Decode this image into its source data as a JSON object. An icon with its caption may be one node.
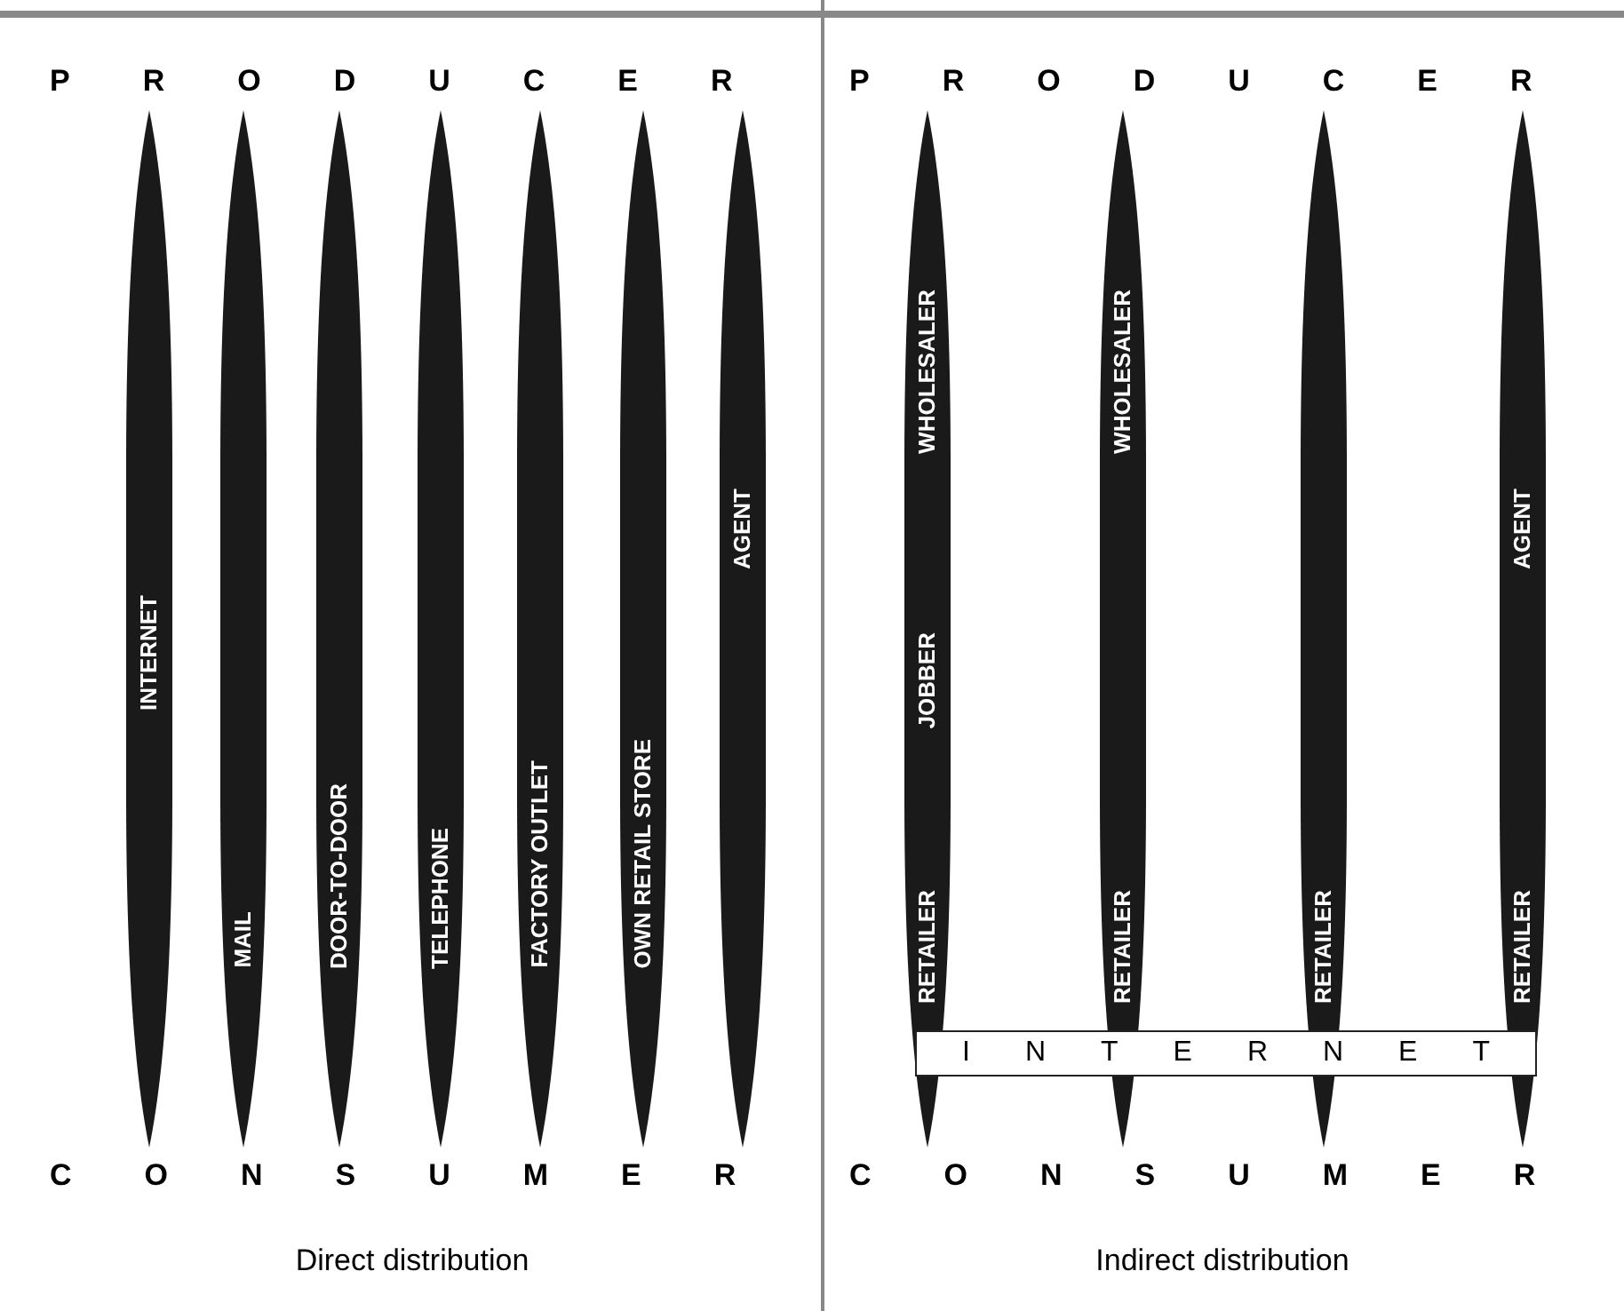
{
  "diagram": {
    "nodes": [
      {
        "text": [
          "INTERNET"
        ]
      },
      {
        "text": [
          "MAIL"
        ]
      },
      {
        "text": [
          "DOOR-TO-DOOR"
        ]
      },
      {
        "text": [
          "TELEPHONE"
        ]
      },
      {
        "text": [
          "FACTORY OUTLET"
        ]
      },
      {
        "text": [
          "OWN RETAIL STORE"
        ]
      },
      {
        "text": [
          "AGENT"
        ]
      },
      {
        "text": [
          "WHOLESALER",
          "JOBBER",
          "RETAILER"
        ]
      },
      {
        "text": [
          "WHOLESALER",
          "RETAILER"
        ]
      },
      {
        "text": [
          "RETAILER"
        ]
      },
      {
        "text": [
          "AGENT",
          "RETAILER"
        ]
      },
      {
        "text": [
          "INTERNET"
        ]
      }
    ],
    "edges": [],
    "labels": [
      "PRODUCER",
      "PRODUCER",
      "CONSUMER",
      "CONSUMER",
      "Direct distribution",
      "Indirect distribution"
    ]
  }
}
